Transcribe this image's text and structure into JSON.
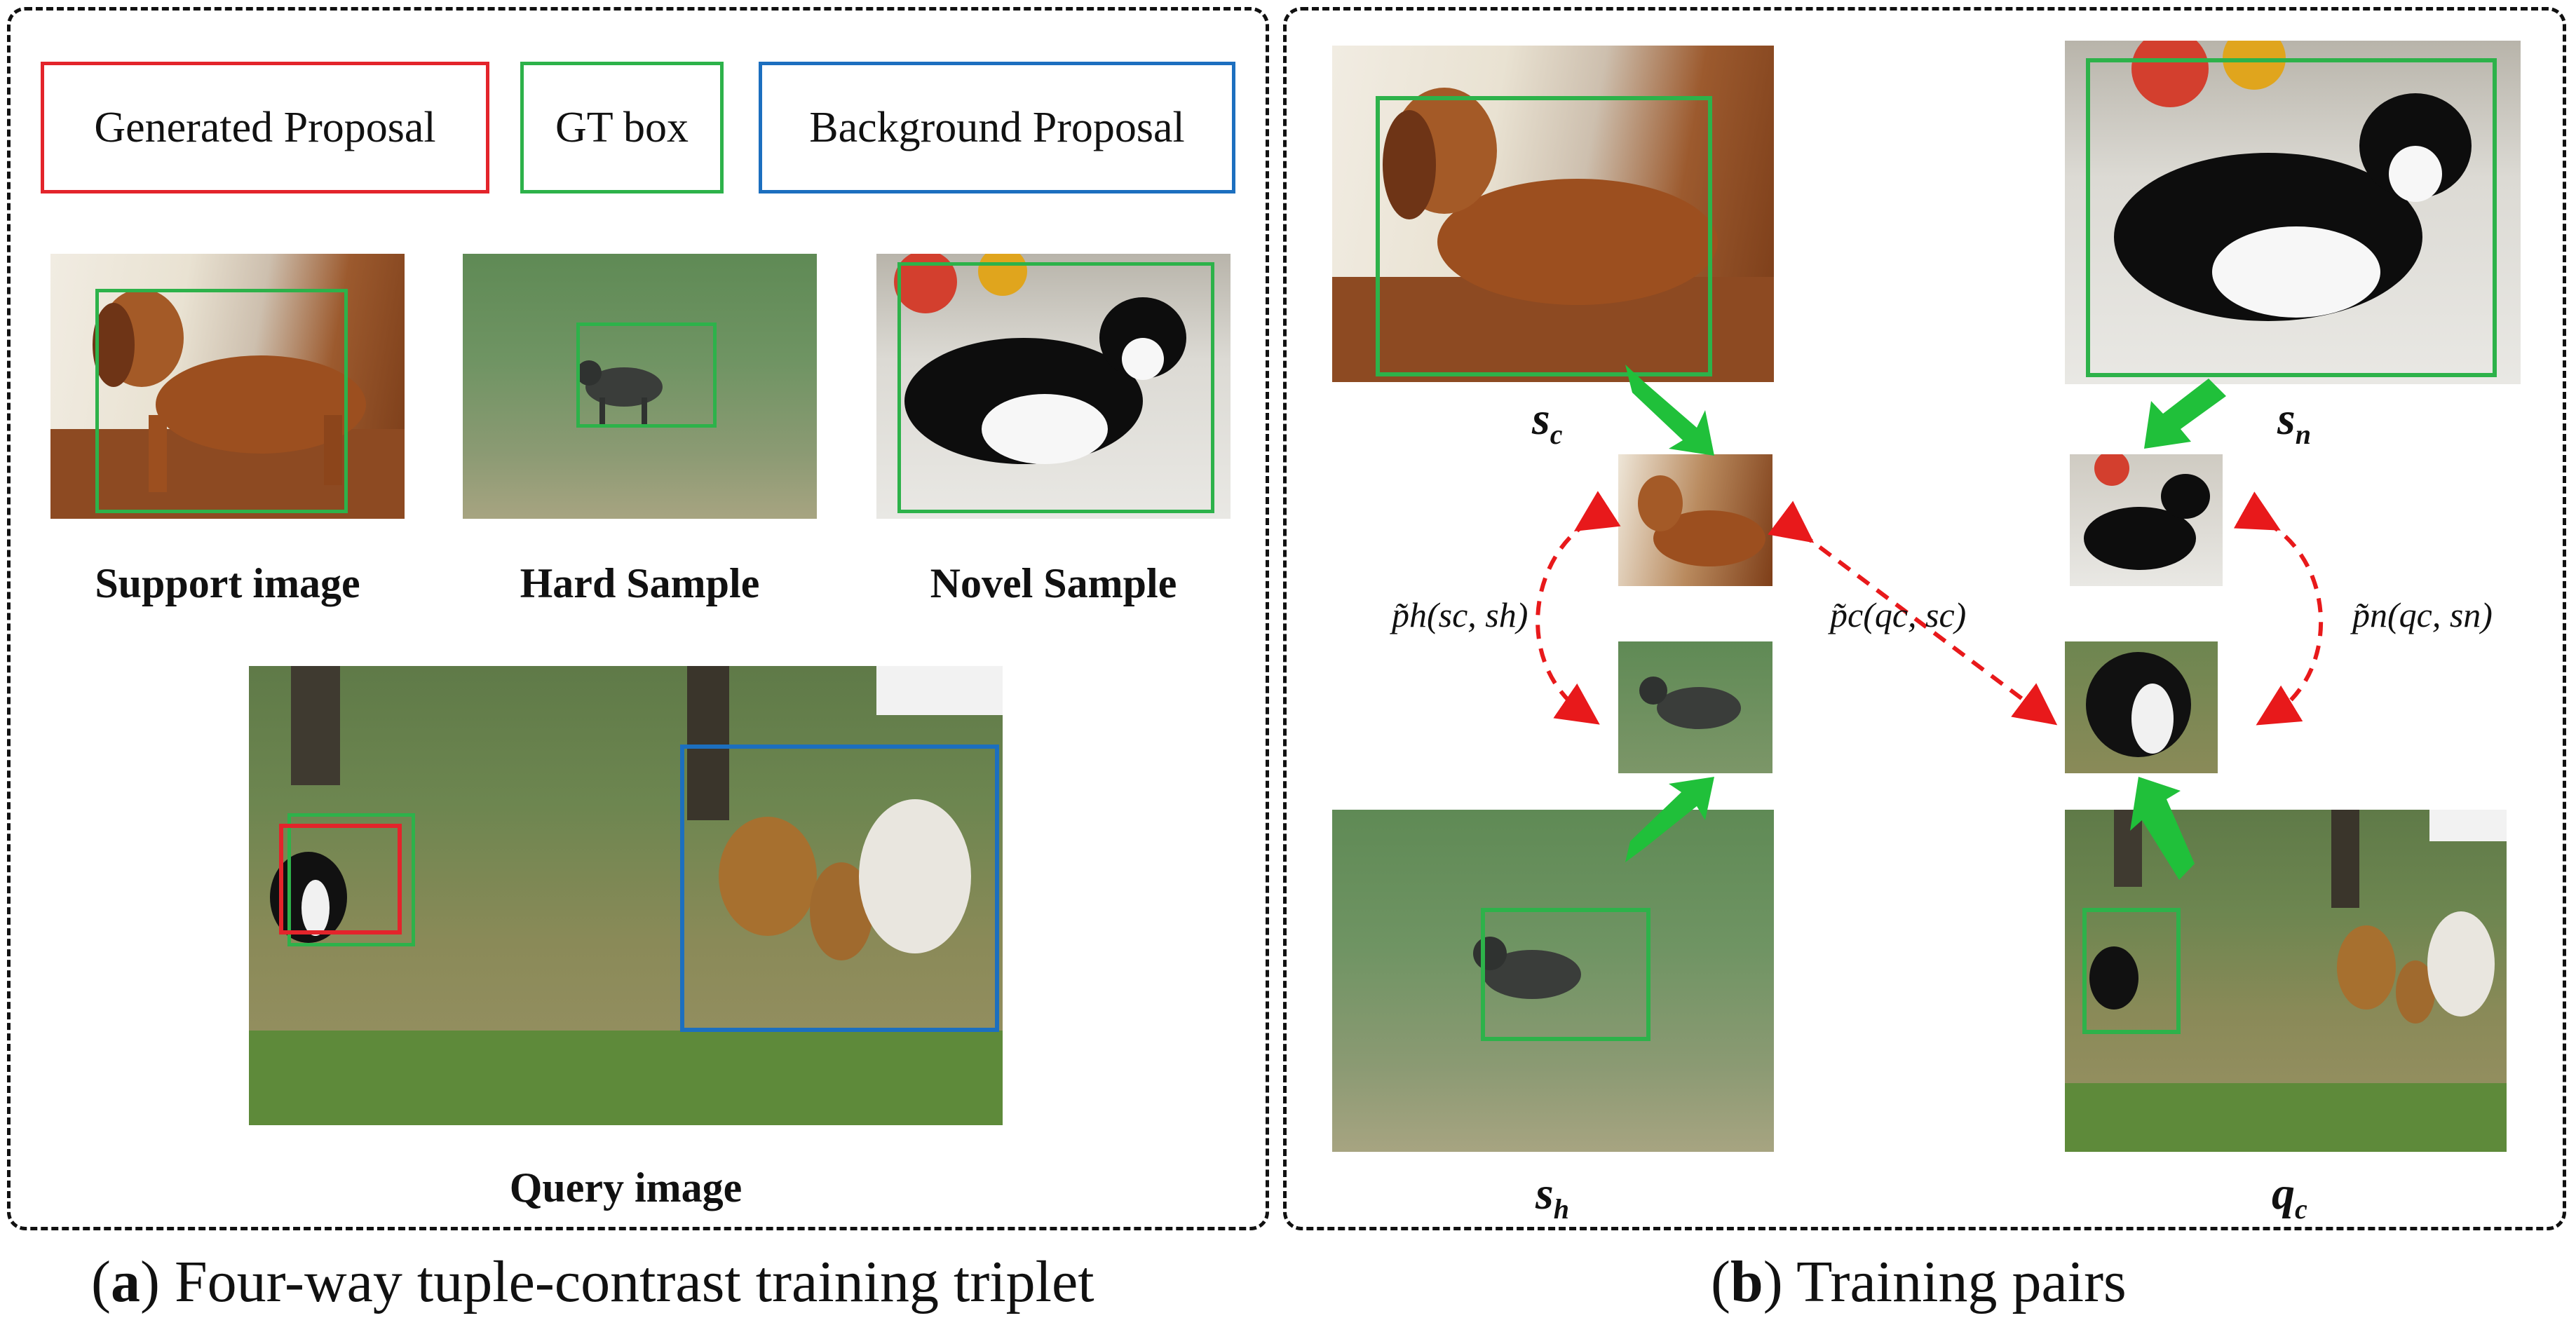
{
  "legend": {
    "generated": "Generated Proposal",
    "gt": "GT box",
    "background": "Background Proposal"
  },
  "colors": {
    "generated": "#e3242b",
    "gt": "#2db24a",
    "background": "#1c6fbf",
    "arrow_green": "#20c03a",
    "arrow_red": "#e8191b"
  },
  "left": {
    "support_label": "Support image",
    "hard_label": "Hard Sample",
    "novel_label": "Novel Sample",
    "query_label": "Query image",
    "caption_letter": "a",
    "caption_text": " Four-way tuple-contrast training triplet"
  },
  "right": {
    "sc": {
      "main": "s",
      "sub": "c"
    },
    "sn": {
      "main": "s",
      "sub": "n"
    },
    "sh": {
      "main": "s",
      "sub": "h"
    },
    "qc": {
      "main": "q",
      "sub": "c"
    },
    "ph": "p̃h(sc, sh)",
    "pc": "p̃c(qc, sc)",
    "pn": "p̃n(qc, sn)",
    "caption_letter": "b",
    "caption_text": " Training pairs"
  }
}
